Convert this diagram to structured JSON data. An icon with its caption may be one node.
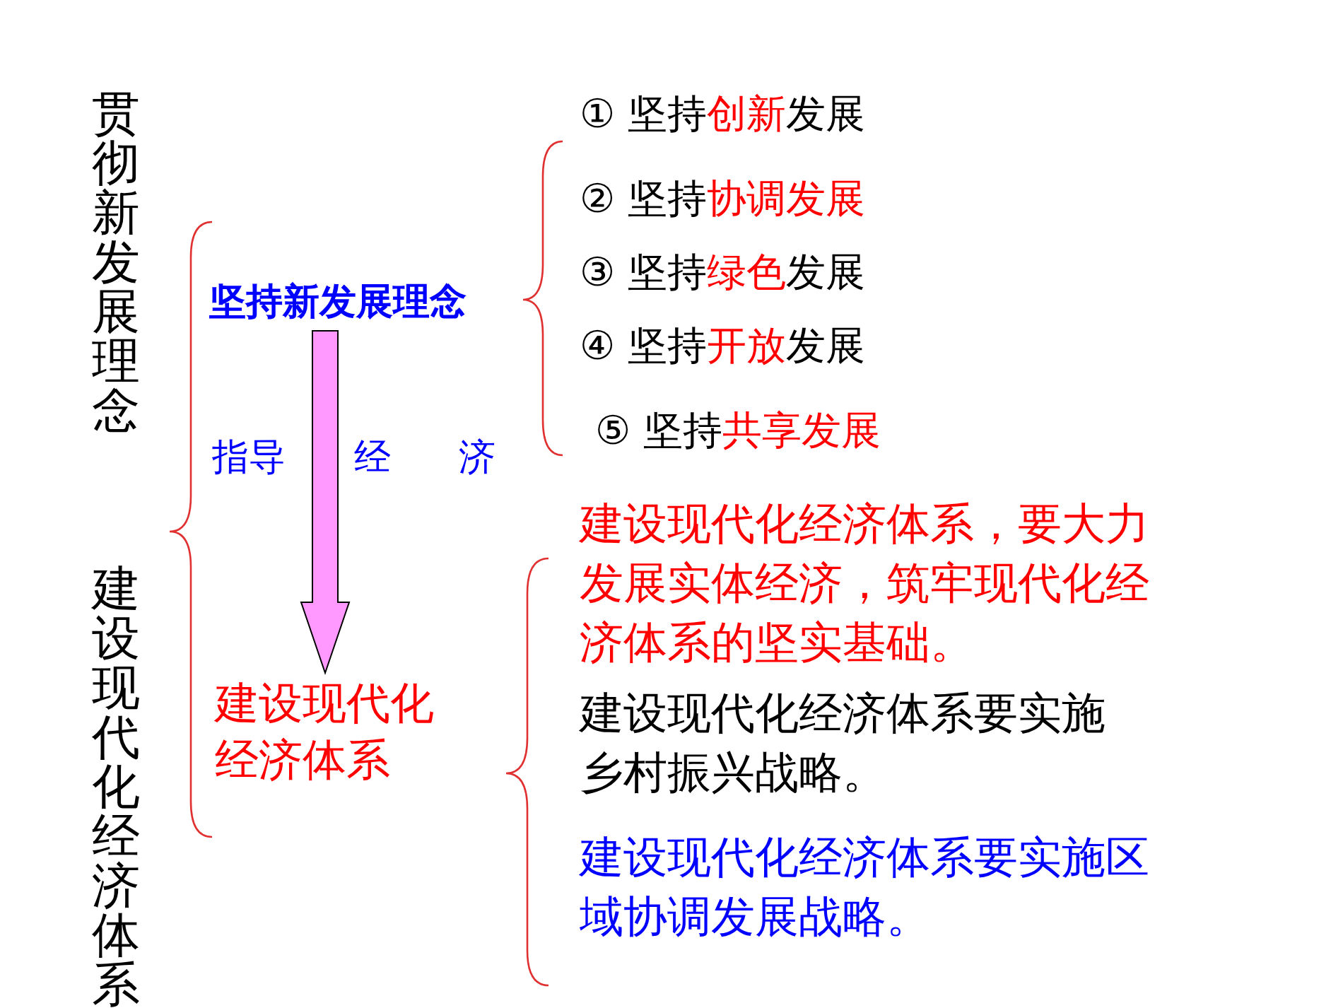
{
  "diagram": {
    "nodes": [
      {
        "text": [
          "坚持新发展理念"
        ]
      },
      {
        "text": [
          "建设现代化经济体系"
        ]
      }
    ],
    "edges": [
      {
        "from": 0,
        "to": 1,
        "arrow": "to",
        "label": "指导 经 济"
      }
    ],
    "labels": [
      "贯彻新发展理念",
      "① 坚持**创新**发展",
      "② 坚持**协调发展**",
      "③ 坚持**绿色**发展",
      "④ 坚持**开放**发展",
      "⑤ 坚持**共享发展**",
      "建设现代化经济体系",
      "建设现代化经济体系，要大力发展实体经济，筑牢现代化经济体系的坚实基础。",
      "建设现代化经济体系要实施乡村振兴战略。",
      "建设现代化经济体系要实施区域协调发展战略。"
    ]
  }
}
